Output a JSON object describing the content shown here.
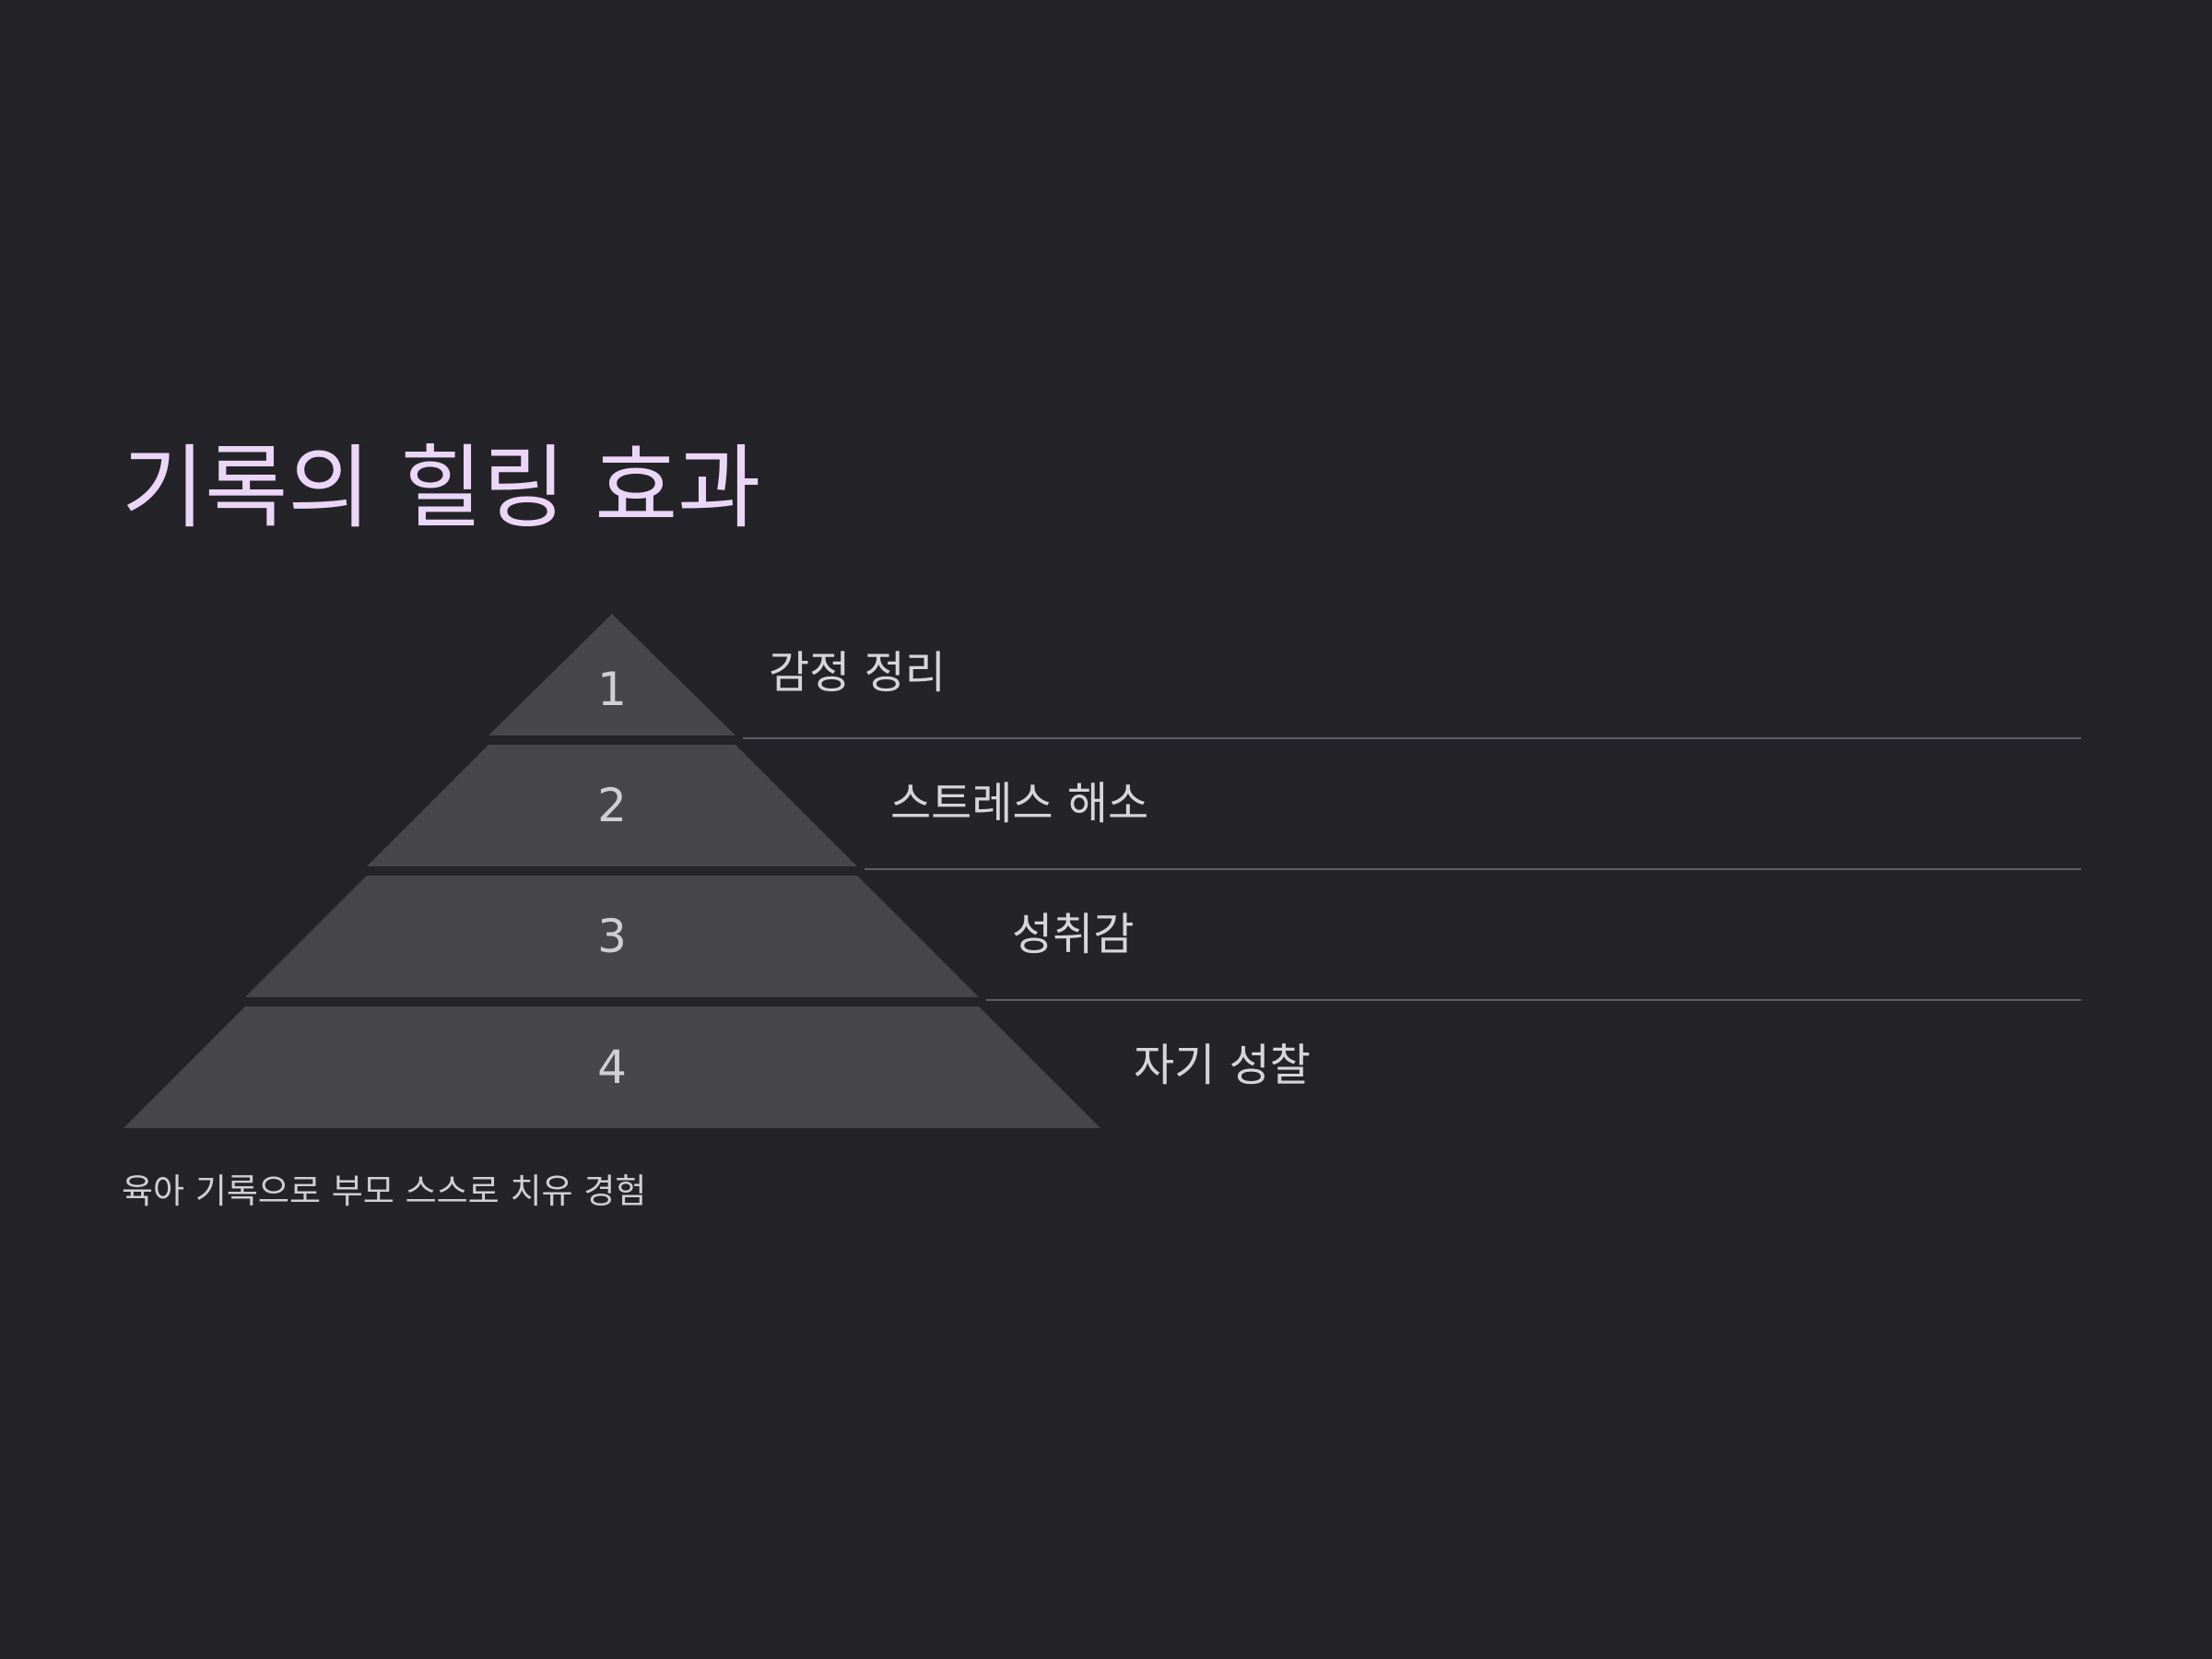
{
  "title": "기록의 힐링 효과",
  "levels": [
    {
      "number": "1",
      "label": "감정 정리"
    },
    {
      "number": "2",
      "label": "스트레스 해소"
    },
    {
      "number": "3",
      "label": "성취감"
    },
    {
      "number": "4",
      "label": "자기 성찰"
    }
  ],
  "footnote": "육아 기록으로 부모 스스로 치유 경험",
  "colors": {
    "background": "#232328",
    "title": "#ecd6f7",
    "tier_fill": "#46464b",
    "tier_number": "#cfcfd4",
    "label": "#d6d6da",
    "divider": "#5e5e64",
    "footnote": "#cfcfd4"
  }
}
